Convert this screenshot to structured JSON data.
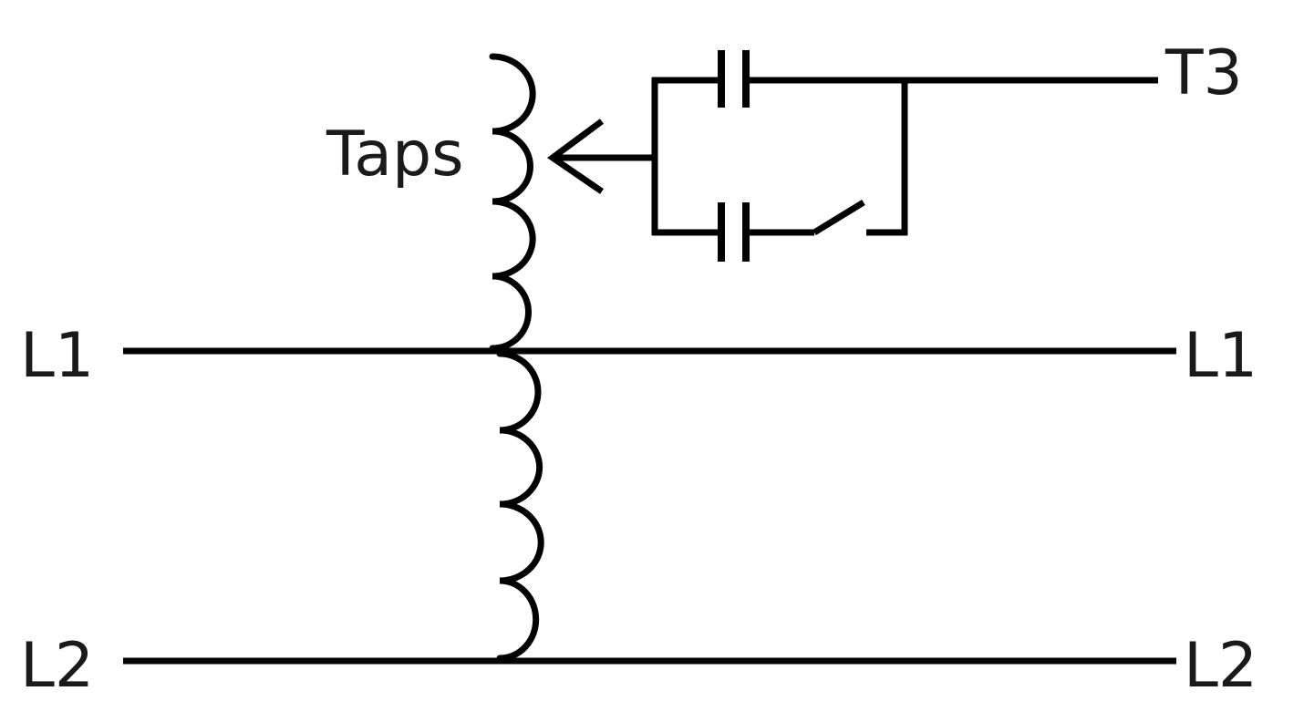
{
  "labels": {
    "t3": "T3",
    "taps": "Taps",
    "l1_left": "L1",
    "l1_right": "L1",
    "l2_left": "L2",
    "l2_right": "L2"
  },
  "colors": {
    "line": "#000000",
    "text": "#1a1a1a",
    "background": "#ffffff"
  }
}
